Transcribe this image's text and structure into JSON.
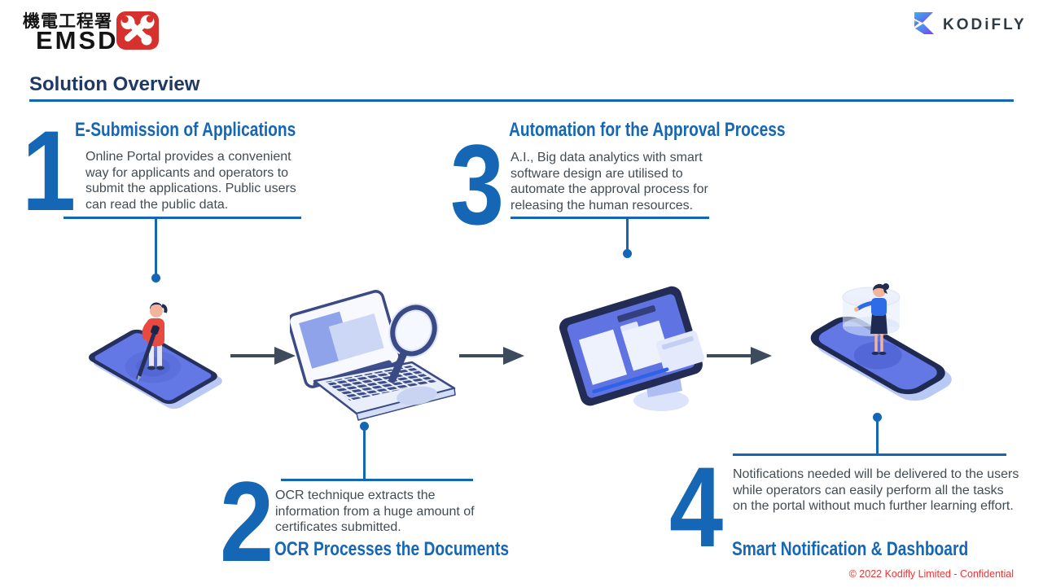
{
  "header": {
    "emsd_logo": {
      "chinese": "機電工程署",
      "acronym": "EMSD",
      "icon_color": "#d7312e"
    },
    "kodifly_logo": {
      "text": "KODiFLY",
      "gradient_start": "#39b5ec",
      "gradient_end": "#7a3ff2"
    }
  },
  "title": "Solution Overview",
  "accent_color": "#1566b5",
  "title_color": "#1f3864",
  "body_text_color": "#424c52",
  "arrow_color": "#3d4b5c",
  "steps": [
    {
      "number": "1",
      "heading": "E-Submission of Applications",
      "body": "Online Portal provides a convenient way for applicants and operators to submit the applications. Public users can read the public data.",
      "illustration": "person-signing-on-tablet"
    },
    {
      "number": "2",
      "heading": "OCR Processes the Documents",
      "body": "OCR technique extracts the information from a huge amount of certificates submitted.",
      "illustration": "laptop-with-magnifier"
    },
    {
      "number": "3",
      "heading": "Automation for the Approval Process",
      "body": "A.I., Big data analytics with smart software design are utilised to automate the approval process for releasing the human resources.",
      "illustration": "approval-dashboard-screen"
    },
    {
      "number": "4",
      "heading": "Smart Notification & Dashboard",
      "body": "Notifications needed will be delivered to the users while operators can easily perform all the tasks on the portal without much further learning effort.",
      "illustration": "person-on-smartphone"
    }
  ],
  "footer": {
    "copyright": "© 2022 Kodifly Limited - Confidential"
  }
}
